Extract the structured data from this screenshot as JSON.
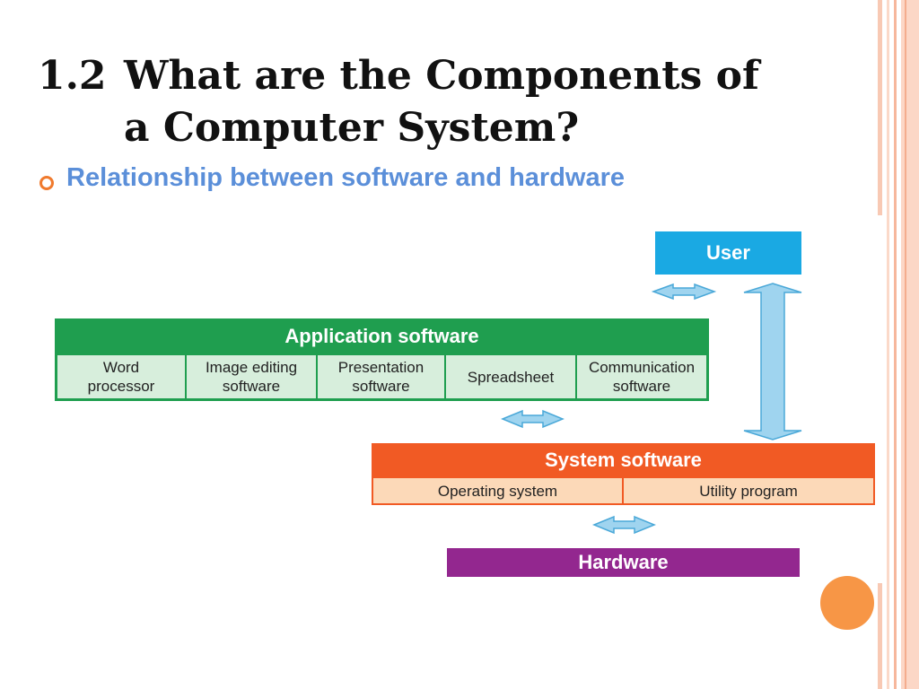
{
  "title": {
    "number": "1.2",
    "line1": "What are the Components of",
    "line2": "a Computer System?"
  },
  "subtitle": "Relationship between software and hardware",
  "diagram": {
    "user": "User",
    "application": {
      "header": "Application software",
      "items": [
        [
          "Word",
          "processor"
        ],
        [
          "Image editing",
          "software"
        ],
        [
          "Presentation",
          "software"
        ],
        [
          "Spreadsheet",
          ""
        ],
        [
          "Communication",
          "software"
        ]
      ]
    },
    "system": {
      "header": "System software",
      "items": [
        "Operating system",
        "Utility program"
      ]
    },
    "hardware": "Hardware"
  },
  "colors": {
    "user": "#1aa9e3",
    "application": "#1f9e4f",
    "system": "#f15a24",
    "hardware": "#93278f",
    "arrow": "#9fd4ef",
    "subtitle": "#5b8fd9",
    "accent": "#f79646"
  }
}
